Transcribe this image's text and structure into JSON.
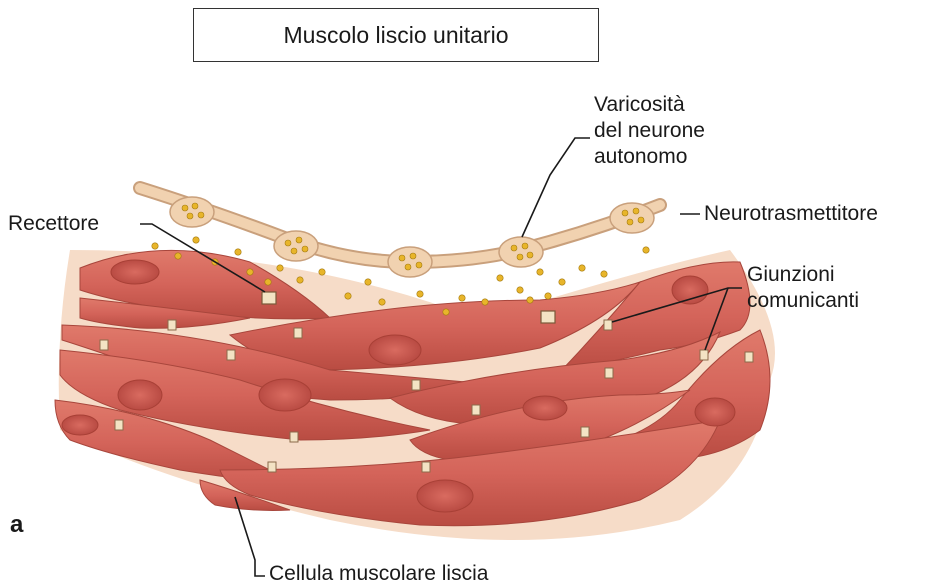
{
  "title": "Muscolo liscio unitario",
  "panel_letter": "a",
  "labels": {
    "varicosity": "Varicosità\ndel neurone\nautonomo",
    "neurotransmitter": "Neurotrasmettitore",
    "receptor": "Recettore",
    "gap_junctions": "Giunzioni\ncomunicanti",
    "smooth_muscle_cell": "Cellula muscolare liscia"
  },
  "colors": {
    "muscle": "#d96a5c",
    "muscle_dark": "#b84a3f",
    "nucleus": "#c9554a",
    "axon": "#f1d2b0",
    "vesicle": "#e8b52a",
    "junction": "#f3e3c4",
    "background_tissue": "#f6dcc8"
  }
}
